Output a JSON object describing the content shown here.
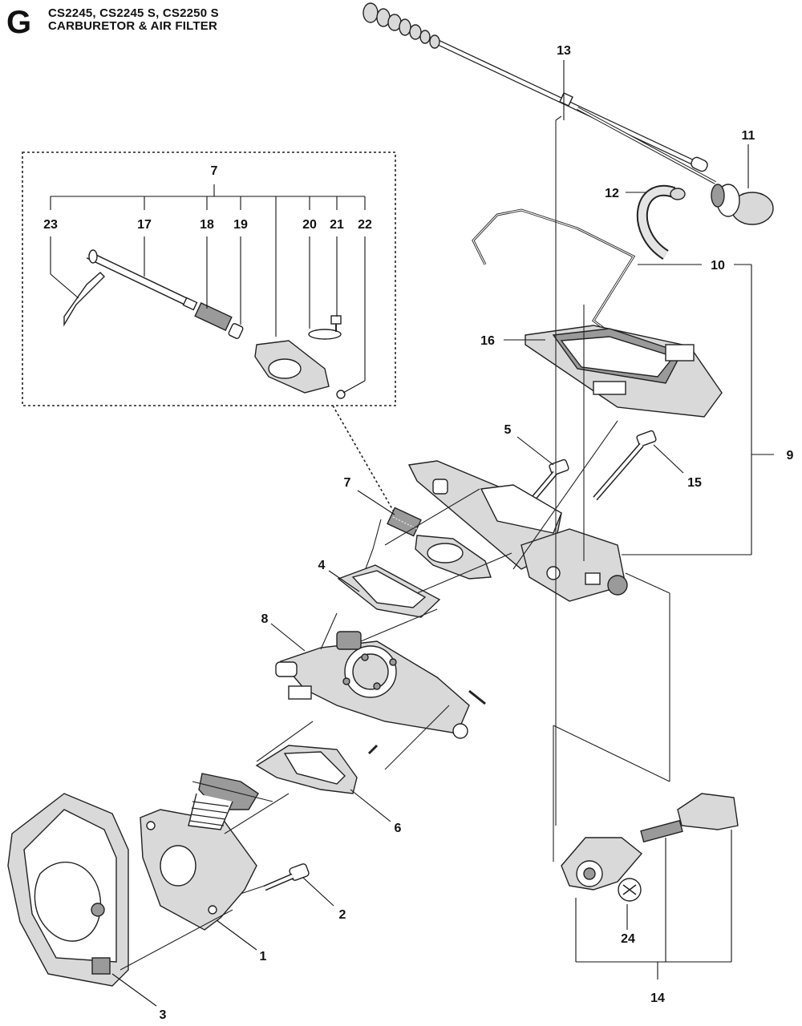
{
  "header": {
    "section_letter": "G",
    "models": "CS2245, CS2245 S, CS2250 S",
    "title": "CARBURETOR & AIR FILTER"
  },
  "callouts": {
    "c1": "1",
    "c2": "2",
    "c3": "3",
    "c4": "4",
    "c5": "5",
    "c6": "6",
    "c7_detail": "7",
    "c7": "7",
    "c8": "8",
    "c9": "9",
    "c10": "10",
    "c11": "11",
    "c12": "12",
    "c13": "13",
    "c14": "14",
    "c15": "15",
    "c16": "16",
    "c17": "17",
    "c18": "18",
    "c19": "19",
    "c20": "20",
    "c21": "21",
    "c22": "22",
    "c23": "23",
    "c24": "24"
  }
}
